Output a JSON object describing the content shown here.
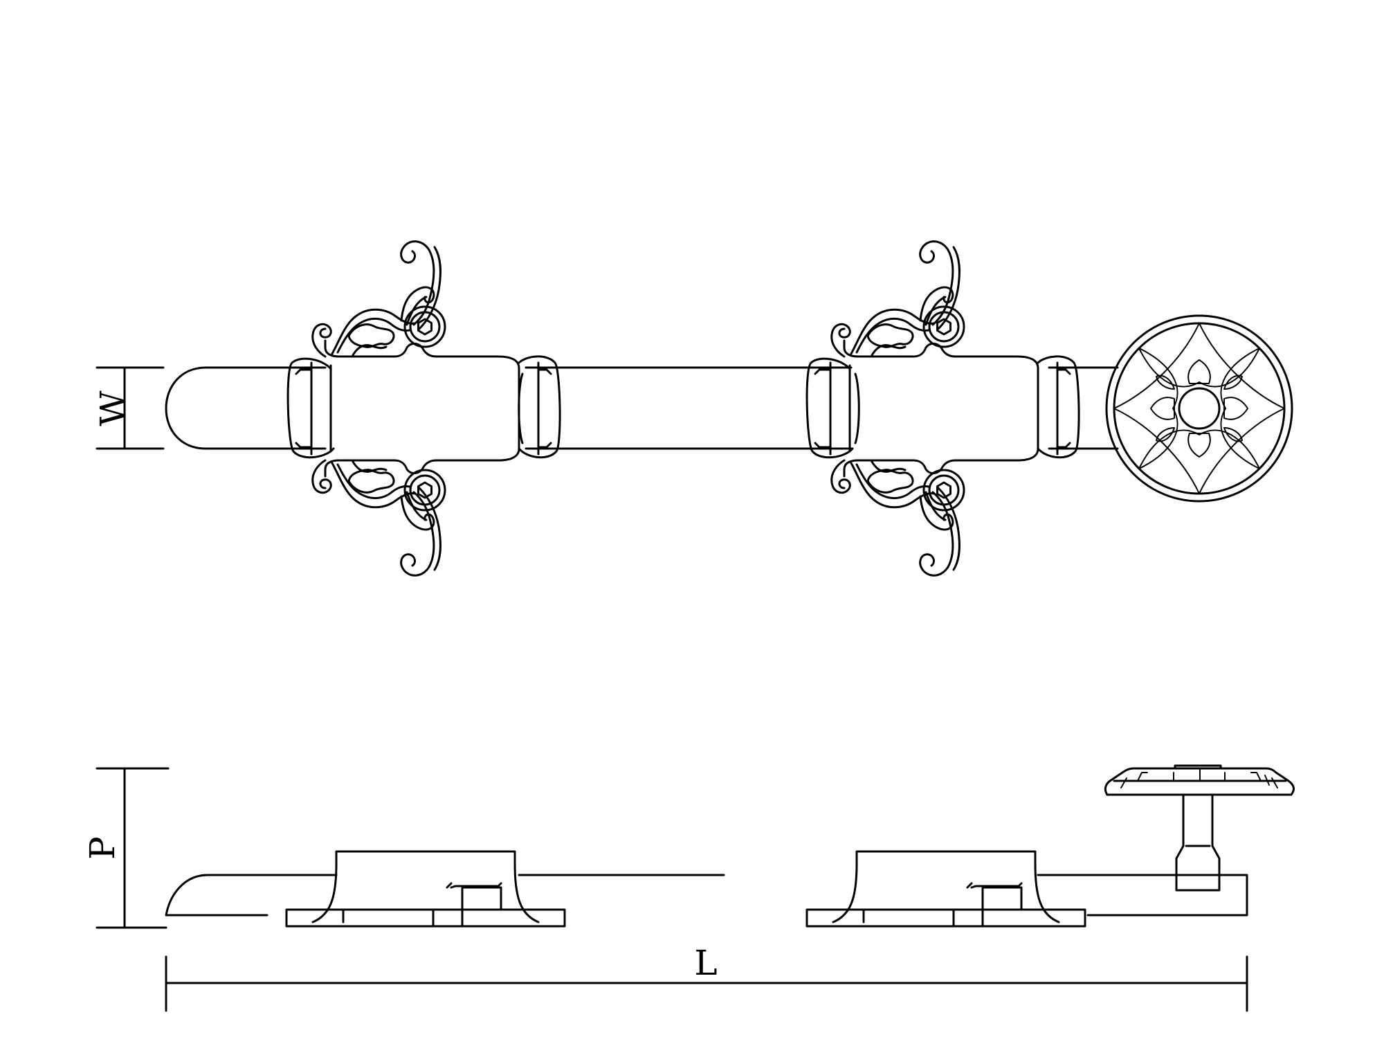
{
  "drawing": {
    "title": "",
    "views": [
      "top-view",
      "side-view"
    ],
    "dimension_labels": {
      "width": "W",
      "projection": "P",
      "length": "L"
    },
    "line_color": "#000000",
    "background_color": "#ffffff"
  }
}
